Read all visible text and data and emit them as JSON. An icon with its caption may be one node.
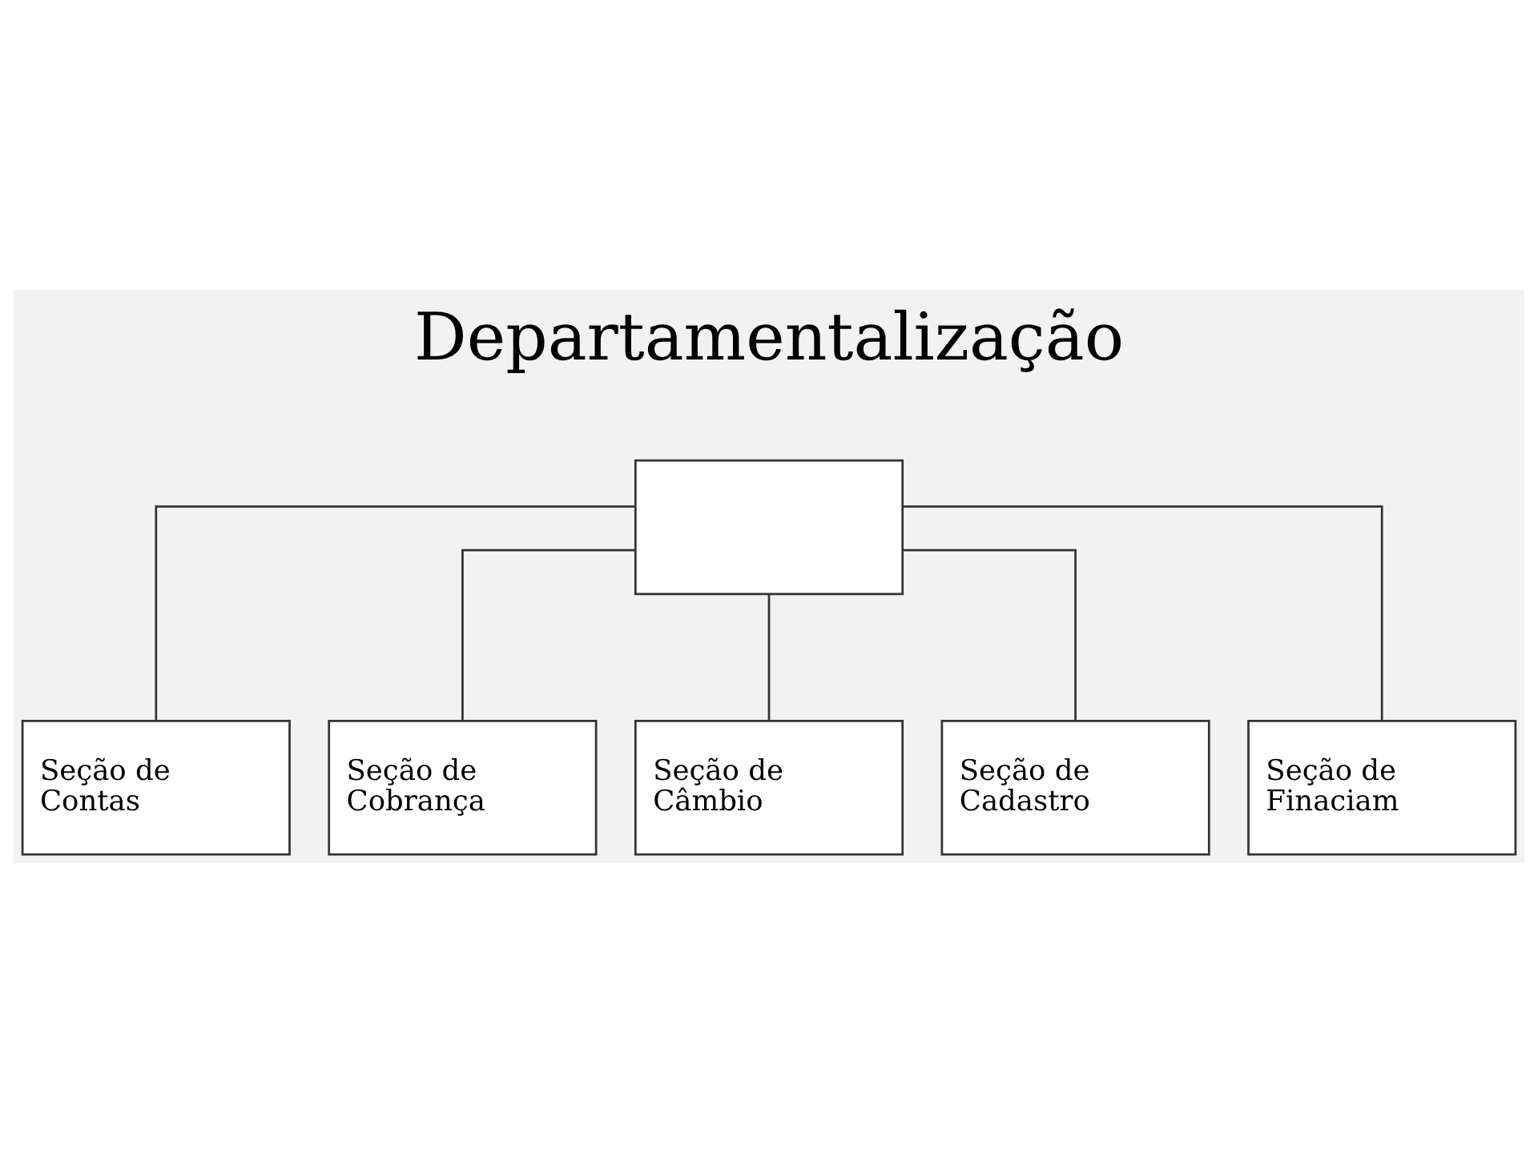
{
  "diagram": {
    "title": "Departamentalização",
    "nodes": [
      {
        "text": [],
        "shape": "box"
      },
      {
        "text": [
          "Seção de Contas"
        ]
      },
      {
        "text": [
          "Seção de Cobrança"
        ]
      },
      {
        "text": [
          "Seção de Câmbio"
        ]
      },
      {
        "text": [
          "Seção de Cadastro"
        ]
      },
      {
        "text": [
          "Seção de Finaciam"
        ]
      }
    ],
    "edges": [
      {
        "from": 0,
        "to": 1,
        "arrow": "none"
      },
      {
        "from": 0,
        "to": 2,
        "arrow": "none"
      },
      {
        "from": 0,
        "to": 3,
        "arrow": "none"
      },
      {
        "from": 0,
        "to": 4,
        "arrow": "none"
      },
      {
        "from": 0,
        "to": 5,
        "arrow": "none"
      }
    ]
  }
}
